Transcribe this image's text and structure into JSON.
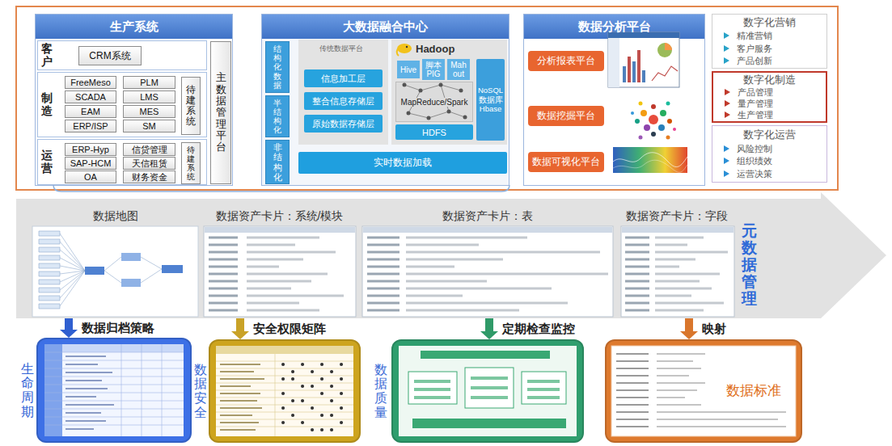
{
  "diagram": {
    "nodes": [
      {
        "text": [
          "生产系统"
        ]
      },
      {
        "text": [
          "客户"
        ],
        "in": 0
      },
      {
        "text": [
          "CRM系统"
        ],
        "in": 1
      },
      {
        "text": [
          "制造"
        ],
        "in": 0
      },
      {
        "text": [
          "FreeMeso"
        ],
        "in": 3
      },
      {
        "text": [
          "PLM"
        ],
        "in": 3
      },
      {
        "text": [
          "SCADA"
        ],
        "in": 3
      },
      {
        "text": [
          "LMS"
        ],
        "in": 3
      },
      {
        "text": [
          "EAM"
        ],
        "in": 3
      },
      {
        "text": [
          "MES"
        ],
        "in": 3
      },
      {
        "text": [
          "ERP/ISP"
        ],
        "in": 3
      },
      {
        "text": [
          "SM"
        ],
        "in": 3
      },
      {
        "text": [
          "待建系统"
        ],
        "in": 3
      },
      {
        "text": [
          "运营"
        ],
        "in": 0
      },
      {
        "text": [
          "ERP-Hyp"
        ],
        "in": 13
      },
      {
        "text": [
          "信贷管理"
        ],
        "in": 13
      },
      {
        "text": [
          "SAP-HCM"
        ],
        "in": 13
      },
      {
        "text": [
          "天信租赁"
        ],
        "in": 13
      },
      {
        "text": [
          "OA"
        ],
        "in": 13
      },
      {
        "text": [
          "财务资金"
        ],
        "in": 13
      },
      {
        "text": [
          "待建系统"
        ],
        "in": 13
      },
      {
        "text": [
          "主数据管理平台"
        ],
        "in": 0
      },
      {
        "text": [
          "大数据融合中心"
        ]
      },
      {
        "text": [
          "结构化数据"
        ],
        "in": 22
      },
      {
        "text": [
          "半结构化"
        ],
        "in": 22
      },
      {
        "text": [
          "非结构化"
        ],
        "in": 22
      },
      {
        "text": [
          "传统数据平台"
        ],
        "in": 22
      },
      {
        "text": [
          "信息加工层"
        ],
        "in": 26
      },
      {
        "text": [
          "整合信息存储层"
        ],
        "in": 26
      },
      {
        "text": [
          "原始数据存储层"
        ],
        "in": 26
      },
      {
        "text": [
          "Hadoop"
        ],
        "in": 22
      },
      {
        "text": [
          "Hive"
        ],
        "in": 30
      },
      {
        "text": [
          "脚本 PIG"
        ],
        "in": 30
      },
      {
        "text": [
          "Mahout"
        ],
        "in": 30
      },
      {
        "text": [
          "MapReduce/Spark"
        ],
        "in": 30
      },
      {
        "text": [
          "HDFS"
        ],
        "in": 30
      },
      {
        "text": [
          "NoSQL 数据库 Hbase"
        ],
        "in": 30
      },
      {
        "text": [
          "实时数据加载"
        ],
        "in": 22
      },
      {
        "text": [
          "数据分析平台"
        ]
      },
      {
        "text": [
          "分析报表平台"
        ],
        "in": 38
      },
      {
        "text": [
          "数据挖掘平台"
        ],
        "in": 38
      },
      {
        "text": [
          "数据可视化平台"
        ],
        "in": 38
      },
      {
        "text": [
          "数字化营销",
          "精准营销",
          "客户服务",
          "产品创新"
        ]
      },
      {
        "text": [
          "数字化制造",
          "产品管理",
          "量产管理",
          "生产管理"
        ]
      },
      {
        "text": [
          "数字化运营",
          "风险控制",
          "组织绩效",
          "运营决策"
        ]
      },
      {
        "text": [
          "元数据管理"
        ]
      },
      {
        "text": [
          "数据地图"
        ],
        "in": 45
      },
      {
        "text": [
          "数据资产卡片：系统/模块"
        ],
        "in": 45
      },
      {
        "text": [
          "数据资产卡片：表"
        ],
        "in": 45
      },
      {
        "text": [
          "数据资产卡片：字段"
        ],
        "in": 45
      },
      {
        "text": [
          "生命周期"
        ]
      },
      {
        "text": [
          "数据安全"
        ]
      },
      {
        "text": [
          "数据质量"
        ]
      },
      {
        "text": [
          "数据标准"
        ]
      }
    ],
    "edges": [
      {
        "from": 45,
        "to": 50,
        "label": "数据归档策略",
        "arrow": "to"
      },
      {
        "from": 45,
        "to": 51,
        "label": "安全权限矩阵",
        "arrow": "to"
      },
      {
        "from": 45,
        "to": 52,
        "label": "定期检查监控",
        "arrow": "to"
      },
      {
        "from": 45,
        "to": 53,
        "label": "映射",
        "arrow": "to"
      }
    ]
  }
}
